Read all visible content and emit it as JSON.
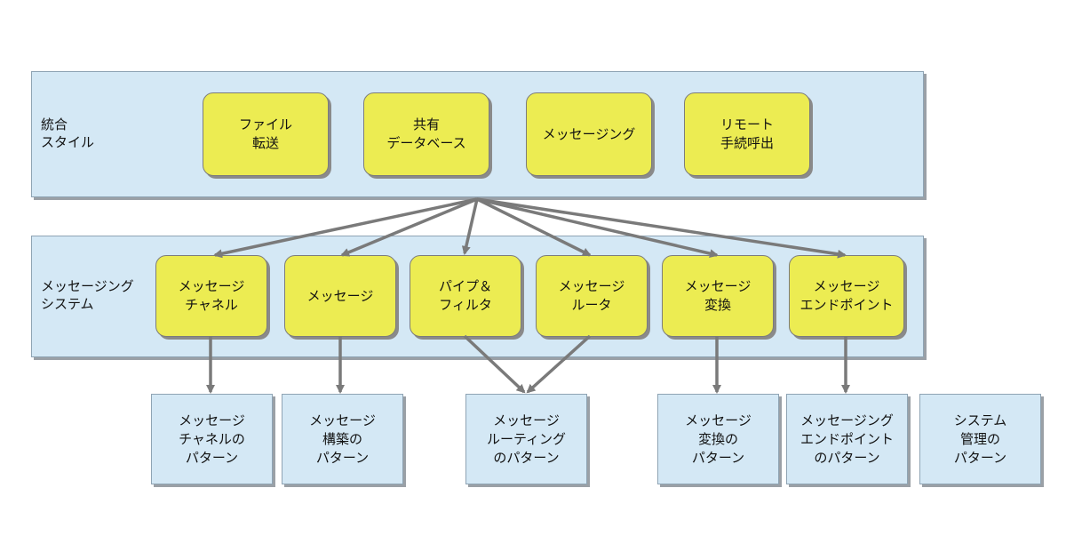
{
  "integration_styles": {
    "label": "統合\nスタイル",
    "items": [
      "ファイル\n転送",
      "共有\nデータベース",
      "メッセージング",
      "リモート\n手続呼出"
    ]
  },
  "messaging_systems": {
    "label": "メッセージング\nシステム",
    "items": [
      "メッセージ\nチャネル",
      "メッセージ",
      "パイプ＆\nフィルタ",
      "メッセージ\nルータ",
      "メッセージ\n変換",
      "メッセージ\nエンドポイント"
    ]
  },
  "patterns": {
    "items": [
      "メッセージ\nチャネルの\nパターン",
      "メッセージ\n構築の\nパターン",
      "メッセージ\nルーティング\nのパターン",
      "メッセージ\n変換の\nパターン",
      "メッセージング\nエンドポイント\nのパターン",
      "システム\n管理の\nパターン"
    ]
  },
  "colors": {
    "panel": "#d4e8f5",
    "box": "#ecec52",
    "arrow": "#7a7a7a"
  }
}
